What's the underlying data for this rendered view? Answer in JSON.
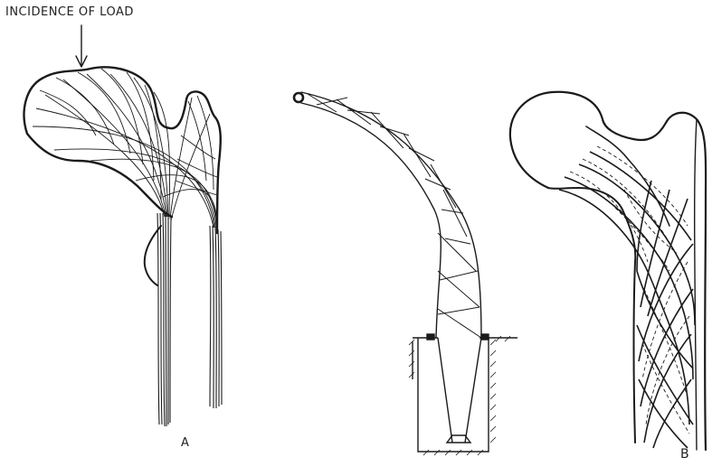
{
  "labels": {
    "load": "INCIDENCE OF LOAD",
    "figure_a": "A",
    "figure_b": "B"
  },
  "colors": {
    "ink": "#1b1b1b",
    "paper": "#ffffff"
  }
}
